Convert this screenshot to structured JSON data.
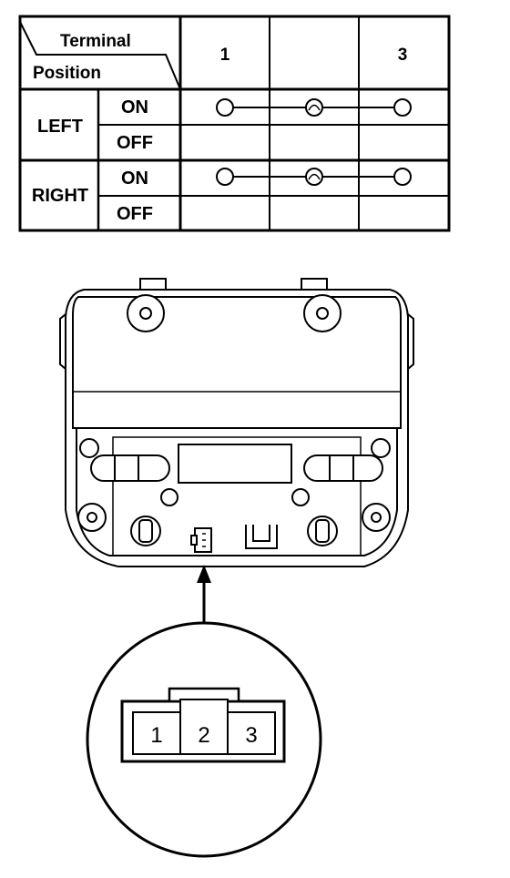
{
  "table": {
    "header_terminal": "Terminal",
    "header_position": "Position",
    "terminal_columns": [
      "1",
      "",
      "3"
    ],
    "rows": [
      {
        "position": "LEFT",
        "states": [
          "ON",
          "OFF"
        ],
        "continuity": [
          true,
          false
        ]
      },
      {
        "position": "RIGHT",
        "states": [
          "ON",
          "OFF"
        ],
        "continuity": [
          true,
          false
        ]
      }
    ]
  },
  "connector": {
    "pins": [
      "1",
      "2",
      "3"
    ]
  }
}
